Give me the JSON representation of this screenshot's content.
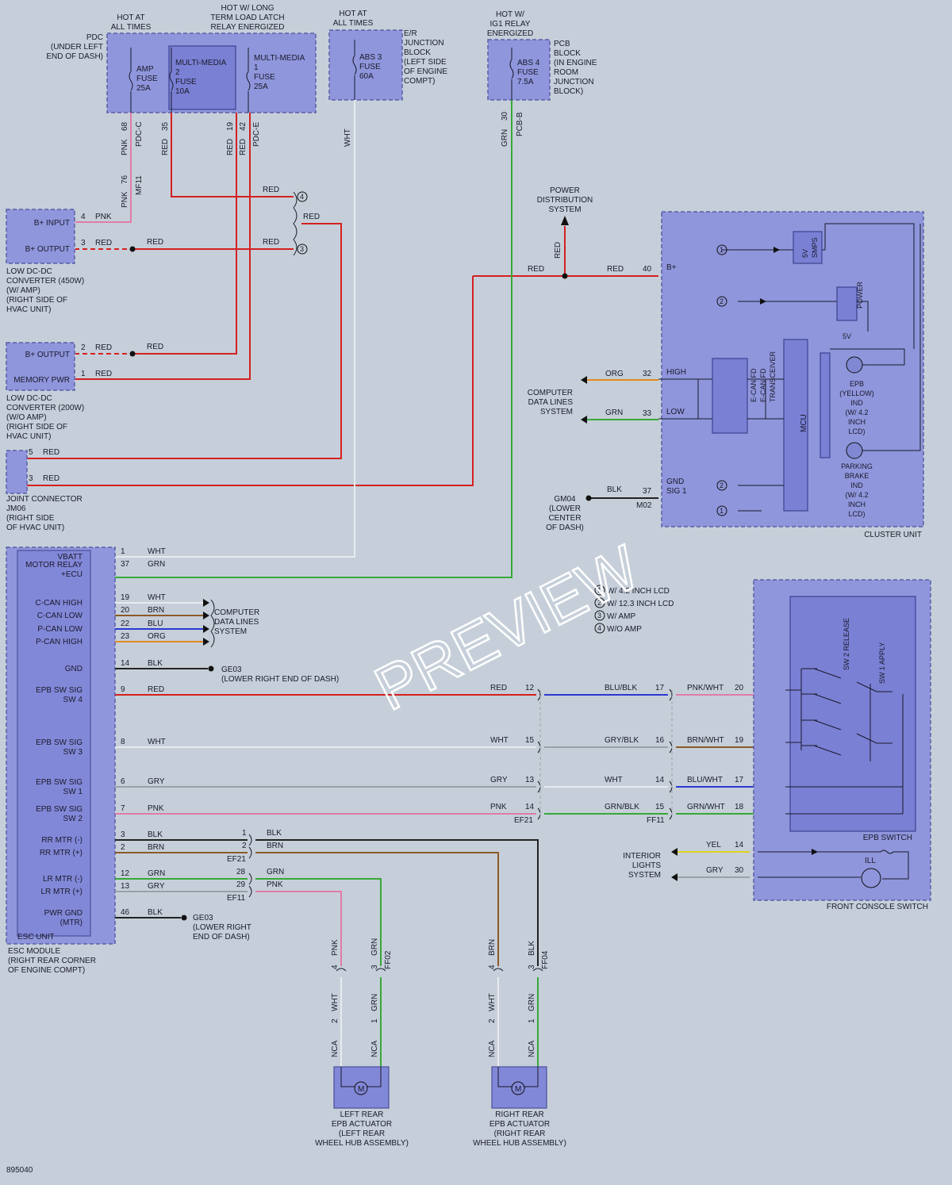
{
  "diagram_id": "895040",
  "watermark": "PREVIEW",
  "fuse_boxes": {
    "pdc": {
      "name": "PDC\n(UNDER LEFT\nEND OF DASH)",
      "hot_at_all_times": "HOT AT\nALL TIMES",
      "hot_long_term": "HOT W/ LONG\nTERM LOAD LATCH\nRELAY ENERGIZED",
      "amp_fuse": "AMP\nFUSE\n25A",
      "mm2_fuse": "MULTI-MEDIA\n2\nFUSE\n10A",
      "mm1_fuse": "MULTI-MEDIA\n1\nFUSE\n25A"
    },
    "er_block": {
      "hot": "HOT AT\nALL TIMES",
      "fuse": "ABS 3\nFUSE\n60A",
      "name": "E/R\nJUNCTION\nBLOCK\n(LEFT SIDE\nOF ENGINE\nCOMPT)"
    },
    "pcb": {
      "hot": "HOT W/\nIG1 RELAY\nENERGIZED",
      "fuse": "ABS 4\nFUSE\n7.5A",
      "name": "PCB\nBLOCK\n(IN ENGINE\nROOM\nJUNCTION\nBLOCK)"
    }
  },
  "top_wires": {
    "pdc_c_pin": "68",
    "pdc_c_name": "PDC-C",
    "pnk": "PNK",
    "mf11_pin": "76",
    "mf11_name": "MF11",
    "red": "RED",
    "pin35": "35",
    "pin19": "19",
    "pin42": "42",
    "pdc_e_name": "PDC-E",
    "wht": "WHT",
    "grn": "GRN",
    "pcb_b_pin": "30",
    "pcb_b_name": "PCB-B"
  },
  "converters": {
    "c450": {
      "b_input": "B+ INPUT",
      "b_output": "B+ OUTPUT",
      "pin4": "4",
      "pin3": "3",
      "desc": "LOW DC-DC\nCONVERTER (450W)\n(W/ AMP)\n(RIGHT SIDE OF\nHVAC UNIT)"
    },
    "c200": {
      "b_output": "B+ OUTPUT",
      "memory_pwr": "MEMORY PWR",
      "pin2": "2",
      "pin1": "1",
      "desc": "LOW DC-DC\nCONVERTER (200W)\n(W/O AMP)\n(RIGHT SIDE OF\nHVAC UNIT)"
    },
    "jm06": {
      "pin5": "5",
      "pin3": "3",
      "desc": "JOINT CONNECTOR\nJM06\n(RIGHT SIDE\nOF HVAC UNIT)"
    }
  },
  "option_markers": [
    "1",
    "2",
    "3",
    "4"
  ],
  "option_legend": [
    {
      "num": "1",
      "text": "W/ 4.2 INCH LCD"
    },
    {
      "num": "2",
      "text": "W/ 12.3 INCH LCD"
    },
    {
      "num": "3",
      "text": "W/ AMP"
    },
    {
      "num": "4",
      "text": "W/O AMP"
    }
  ],
  "power_distribution": "POWER\nDISTRIBUTION\nSYSTEM",
  "computer_data_lines": "COMPUTER\nDATA LINES\nSYSTEM",
  "cluster": {
    "name": "CLUSTER UNIT",
    "b_plus": "B+",
    "pin40": "40",
    "high": "HIGH",
    "low": "LOW",
    "pin32": "32",
    "pin33": "33",
    "org": "ORG",
    "grn": "GRN",
    "blk": "BLK",
    "gnd_sig": "GND\nSIG 1",
    "pin37": "37",
    "m02": "M02",
    "gm04": "GM04\n(LOWER\nCENTER\nOF DASH)",
    "smps": "5V\nSMPS",
    "power": "POWER",
    "five_v": "5V",
    "transceiver": "E-CAN FD\nE-CAN FD\nTRANSCEIVER",
    "mcu": "MCU",
    "epb_ind": "EPB\n(YELLOW)\nIND\n(W/ 4.2\nINCH\nLCD)",
    "parking_ind": "PARKING\nBRAKE\nIND\n(W/ 4.2\nINCH\nLCD)"
  },
  "esc": {
    "unit": "ESC UNIT",
    "module": "ESC MODULE\n(RIGHT REAR CORNER\nOF ENGINE COMPT)",
    "pins": [
      {
        "label": "VBATT",
        "pin": "1",
        "color": "WHT"
      },
      {
        "label": "MOTOR RELAY\n+ECU",
        "pin": "37",
        "color": "GRN"
      },
      {
        "label": "C-CAN HIGH",
        "pin": "19",
        "color": "WHT"
      },
      {
        "label": "C-CAN LOW",
        "pin": "20",
        "color": "BRN"
      },
      {
        "label": "P-CAN LOW",
        "pin": "22",
        "color": "BLU"
      },
      {
        "label": "P-CAN HIGH",
        "pin": "23",
        "color": "ORG"
      },
      {
        "label": "GND",
        "pin": "14",
        "color": "BLK"
      },
      {
        "label": "EPB SW SIG\nSW 4",
        "pin": "9",
        "color": "RED"
      },
      {
        "label": "EPB SW SIG\nSW 3",
        "pin": "8",
        "color": "WHT"
      },
      {
        "label": "EPB SW SIG\nSW 1",
        "pin": "6",
        "color": "GRY"
      },
      {
        "label": "EPB SW SIG\nSW 2",
        "pin": "7",
        "color": "PNK"
      },
      {
        "label": "RR MTR (-)",
        "pin": "3",
        "color": "BLK"
      },
      {
        "label": "RR MTR (+)",
        "pin": "2",
        "color": "BRN"
      },
      {
        "label": "LR MTR (-)",
        "pin": "12",
        "color": "GRN"
      },
      {
        "label": "LR MTR (+)",
        "pin": "13",
        "color": "GRY"
      },
      {
        "label": "PWR GND\n(MTR)",
        "pin": "46",
        "color": "BLK"
      }
    ],
    "ge03_a": "GE03\n(LOWER RIGHT END OF DASH)",
    "ge03_b": "GE03\n(LOWER RIGHT\nEND OF DASH)"
  },
  "switch_rows": [
    {
      "ef21_color": "RED",
      "ef21_pin": "12",
      "ff11_color": "BLU/BLK",
      "ff11_pin": "17",
      "sw_color": "PNK/WHT",
      "sw_pin": "20",
      "sw": "SW 4"
    },
    {
      "ef21_color": "WHT",
      "ef21_pin": "15",
      "ff11_color": "GRY/BLK",
      "ff11_pin": "16",
      "sw_color": "BRN/WHT",
      "sw_pin": "19",
      "sw": "SW 3"
    },
    {
      "ef21_color": "GRY",
      "ef21_pin": "13",
      "ff11_color": "WHT",
      "ff11_pin": "14",
      "sw_color": "BLU/WHT",
      "sw_pin": "17",
      "sw": "SW 1"
    },
    {
      "ef21_color": "PNK",
      "ef21_pin": "14",
      "ff11_color": "GRN/BLK",
      "ff11_pin": "15",
      "sw_color": "GRN/WHT",
      "sw_pin": "18",
      "sw": "SW 2"
    }
  ],
  "ef21": "EF21",
  "ff11": "FF11",
  "motor_conn": {
    "ef21_p1": "1",
    "ef21_p2": "2",
    "blk": "BLK",
    "brn": "BRN",
    "ef11": "EF11",
    "ef11_p28": "28",
    "ef11_p29": "29",
    "grn": "GRN",
    "pnk": "PNK",
    "ff02": "FF02",
    "ff04": "FF04",
    "p4": "4",
    "p3": "3",
    "p2": "2",
    "p1": "1",
    "wht": "WHT",
    "nca": "NCA"
  },
  "switch": {
    "name": "EPB SWITCH",
    "console": "FRONT CONSOLE SWITCH",
    "sw2_release": "SW 2 RELEASE",
    "sw1_apply": "SW 1 APPLY",
    "ill": "ILL",
    "yel": "YEL",
    "gry": "GRY",
    "pin14": "14",
    "pin30": "30",
    "interior": "INTERIOR\nLIGHTS\nSYSTEM"
  },
  "actuators": {
    "left": "LEFT REAR\nEPB ACTUATOR\n(LEFT REAR\nWHEEL HUB ASSEMBLY)",
    "right": "RIGHT REAR\nEPB ACTUATOR\n(RIGHT REAR\nWHEEL HUB ASSEMBLY)",
    "motor": "M"
  }
}
